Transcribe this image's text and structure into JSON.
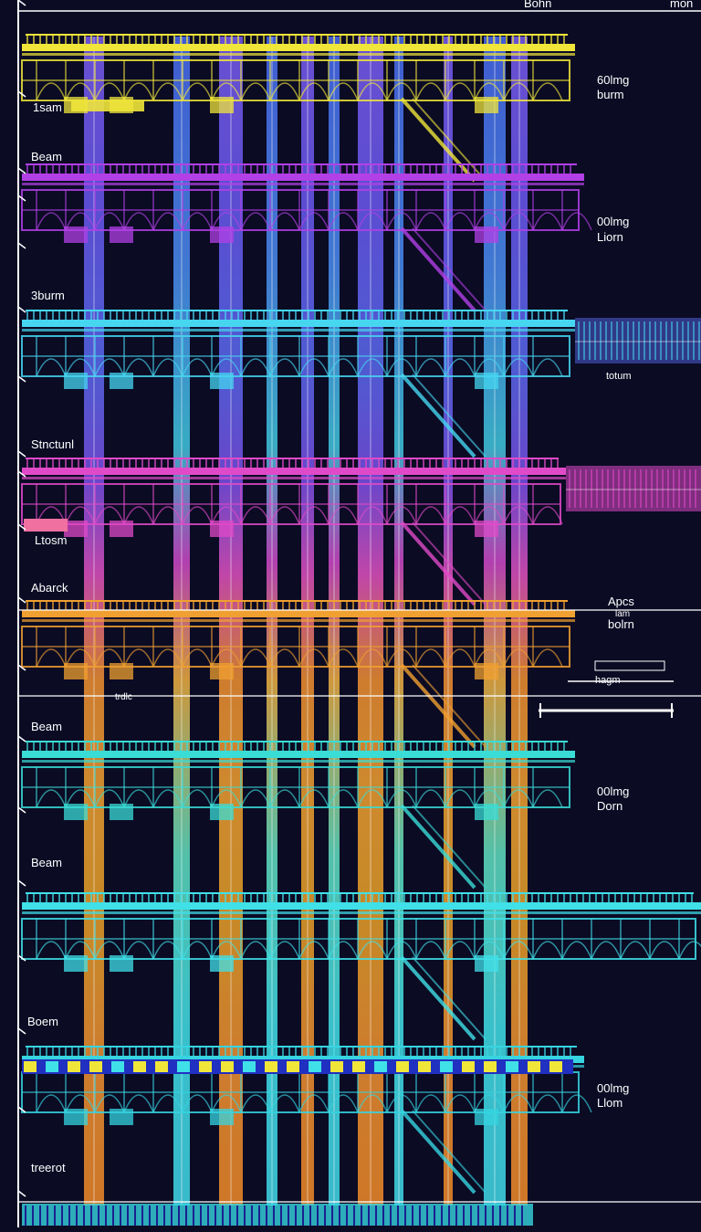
{
  "colors": {
    "background": "#0b0b24",
    "axis": "#ffffff",
    "floor_palette": [
      "#f0e63a",
      "#b240e6",
      "#46d6f0",
      "#e04ac8",
      "#f0a030",
      "#3adcd6",
      "#40e0e8",
      "#36d4e0"
    ]
  },
  "top_labels": {
    "left": "Bohn",
    "right": "mon"
  },
  "left_labels": [
    "1sam",
    "Beam",
    "3burm",
    "Stnctunl",
    "Ltosm",
    "Abarck",
    "Beam",
    "Beam",
    "Boem",
    "treerot"
  ],
  "small_label": "trdlc",
  "right_labels": [
    {
      "line1": "60lmg",
      "line2": "burm"
    },
    {
      "line1": "00lmg",
      "line2": "Liorn"
    },
    {
      "line1": "",
      "line2": "totum"
    },
    {
      "line1": "Apcs",
      "line2": "bolrn"
    },
    {
      "line1": "00lmg",
      "line2": "Dorn"
    },
    {
      "line1": "00lmg",
      "line2": "Llom"
    }
  ],
  "extra_labels": {
    "middle": "lam",
    "scale": "hagm"
  },
  "floor_count": 8
}
